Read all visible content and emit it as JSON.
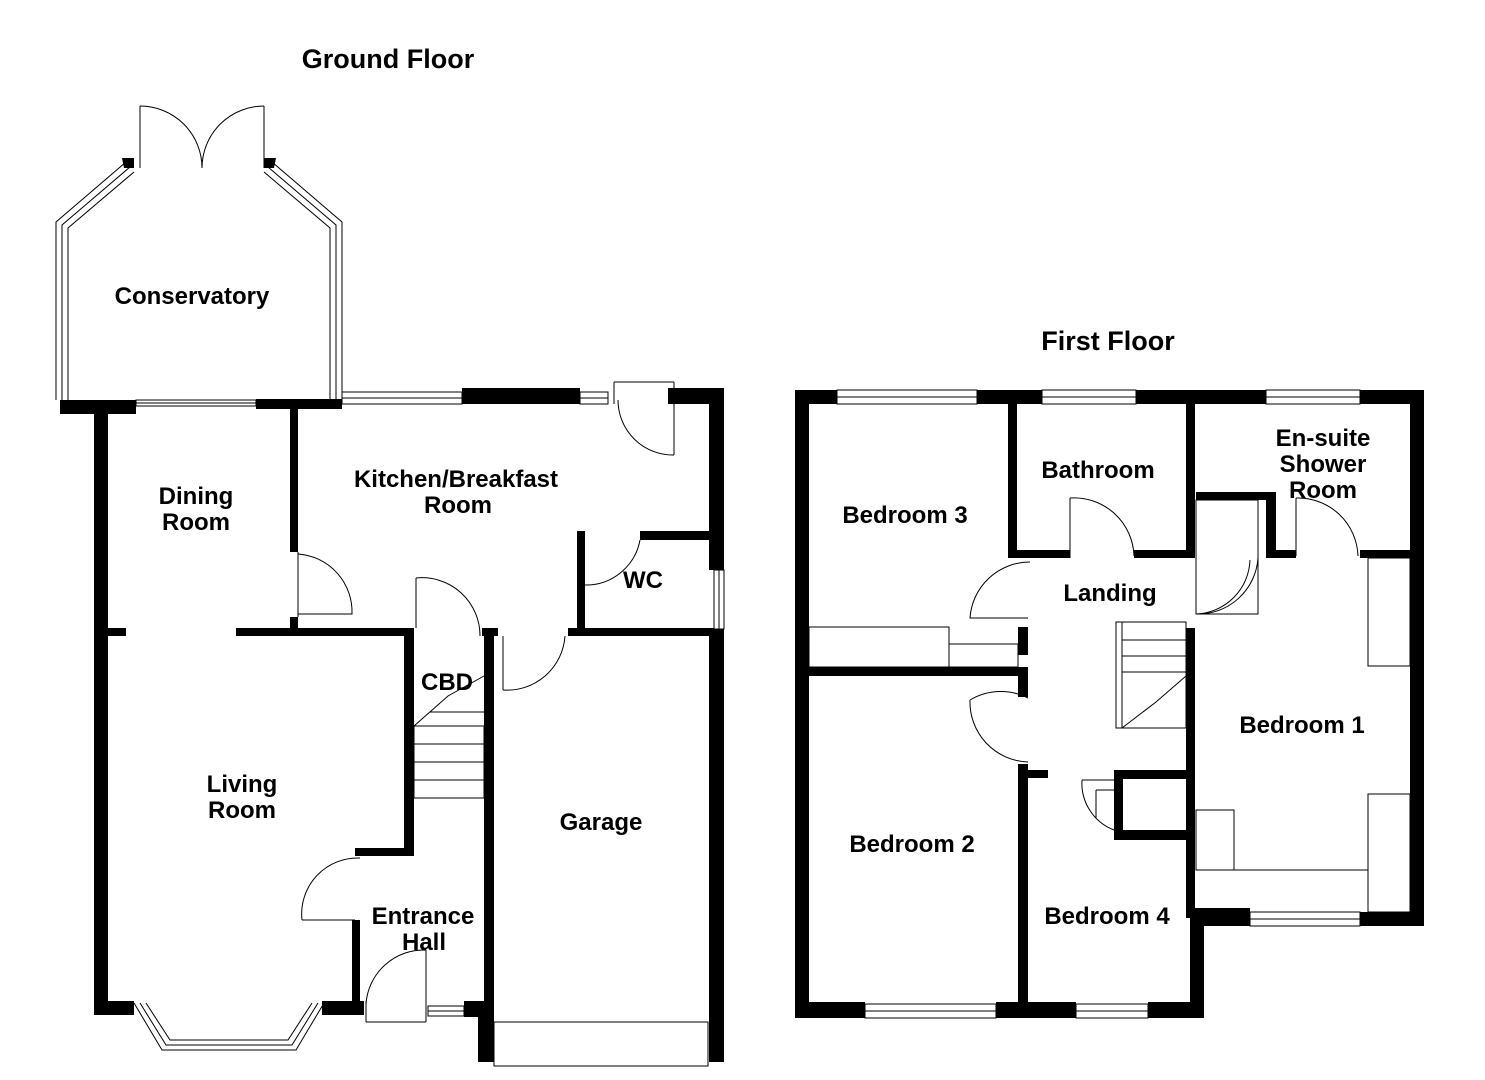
{
  "floors": {
    "ground": {
      "title": "Ground Floor",
      "rooms": {
        "conservatory": "Conservatory",
        "dining_1": "Dining",
        "dining_2": "Room",
        "kitchen_1": "Kitchen/Breakfast",
        "kitchen_2": "Room",
        "wc": "WC",
        "cbd": "CBD",
        "living_1": "Living",
        "living_2": "Room",
        "garage": "Garage",
        "hall_1": "Entrance",
        "hall_2": "Hall"
      }
    },
    "first": {
      "title": "First Floor",
      "rooms": {
        "bedroom3": "Bedroom 3",
        "bathroom": "Bathroom",
        "ensuite_1": "En-suite",
        "ensuite_2": "Shower",
        "ensuite_3": "Room",
        "landing": "Landing",
        "bedroom1": "Bedroom 1",
        "bedroom2": "Bedroom 2",
        "bedroom4": "Bedroom 4"
      }
    }
  }
}
